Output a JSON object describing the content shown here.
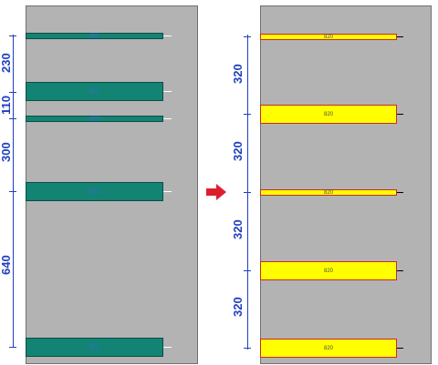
{
  "left_panel": {
    "spacings": [
      "230",
      "110",
      "300",
      "640"
    ],
    "bar_labels": [
      "820",
      "820",
      "820",
      "820",
      "820"
    ]
  },
  "arrow": {
    "icon": "right-arrow-icon",
    "color": "#dd1f2d"
  },
  "right_panel": {
    "spacings": [
      "320",
      "320",
      "320",
      "320"
    ],
    "bar_labels": [
      "820",
      "820",
      "820",
      "820",
      "820"
    ]
  },
  "colors": {
    "panel": "#b3b3b3",
    "left_bar_fill": "#138374",
    "right_bar_fill": "#ffff00",
    "right_bar_border": "#cc2a2a",
    "dimension": "#1f3fbf"
  }
}
